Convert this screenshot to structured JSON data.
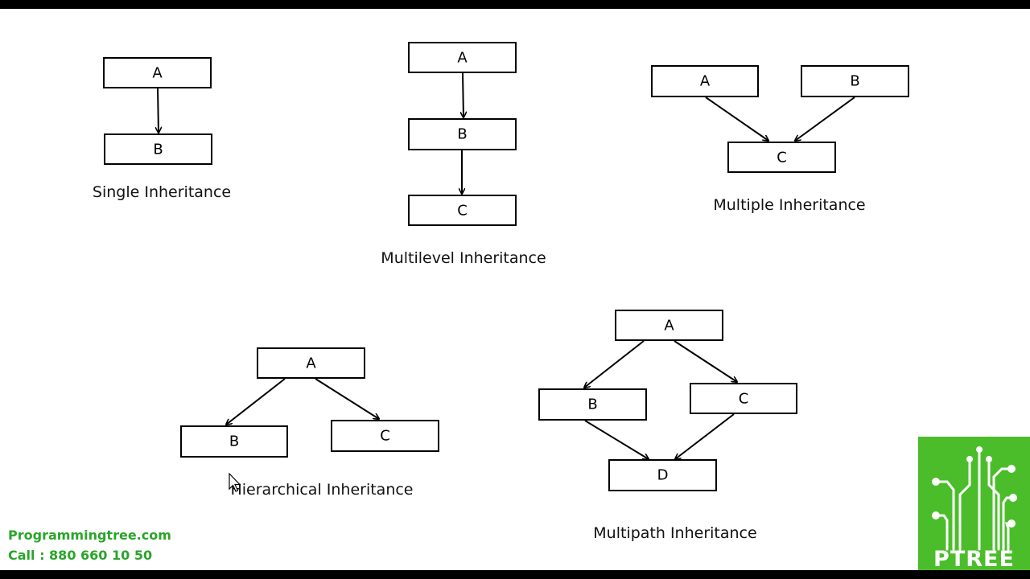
{
  "diagrams": [
    {
      "caption": "Single Inheritance",
      "nodes": [
        {
          "id": "single-a",
          "label": "A"
        },
        {
          "id": "single-b",
          "label": "B"
        }
      ]
    },
    {
      "caption": "Multilevel Inheritance",
      "nodes": [
        {
          "id": "multilevel-a",
          "label": "A"
        },
        {
          "id": "multilevel-b",
          "label": "B"
        },
        {
          "id": "multilevel-c",
          "label": "C"
        }
      ]
    },
    {
      "caption": "Multiple Inheritance",
      "nodes": [
        {
          "id": "multiple-a",
          "label": "A"
        },
        {
          "id": "multiple-b",
          "label": "B"
        },
        {
          "id": "multiple-c",
          "label": "C"
        }
      ]
    },
    {
      "caption": "Hierarchical Inheritance",
      "nodes": [
        {
          "id": "hierarchical-a",
          "label": "A"
        },
        {
          "id": "hierarchical-b",
          "label": "B"
        },
        {
          "id": "hierarchical-c",
          "label": "C"
        }
      ]
    },
    {
      "caption": "Multipath  Inheritance",
      "nodes": [
        {
          "id": "multipath-a",
          "label": "A"
        },
        {
          "id": "multipath-b",
          "label": "B"
        },
        {
          "id": "multipath-c",
          "label": "C"
        },
        {
          "id": "multipath-d",
          "label": "D"
        }
      ]
    }
  ],
  "footer": {
    "website": "Programmingtree.com",
    "call": "Call : 880 660 10 50"
  },
  "logo": {
    "text": "PTREE",
    "color": "#4bbd2b"
  },
  "icons": [
    "mouse-cursor-icon",
    "circuit-tree-icon"
  ]
}
